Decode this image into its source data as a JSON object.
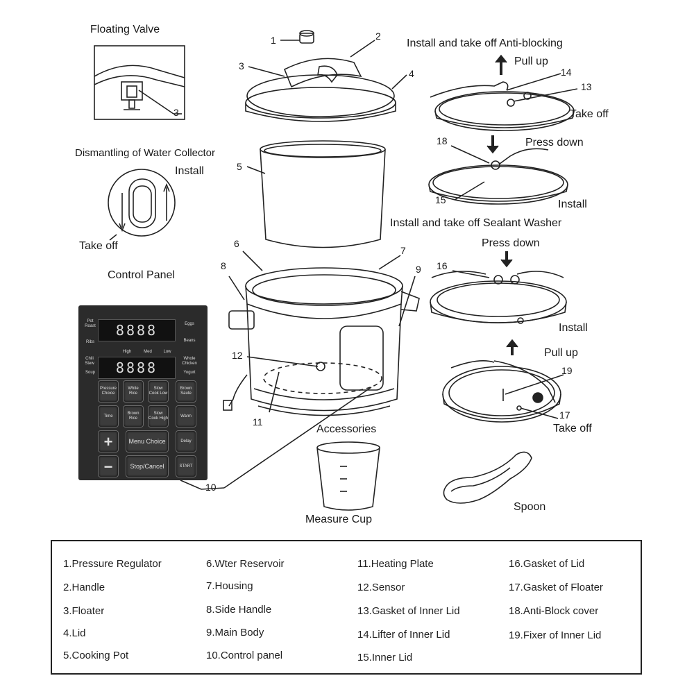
{
  "labels": {
    "floating_valve": "Floating Valve",
    "dismantling": "Dismantling of Water Collector",
    "install_left": "Install",
    "take_off_left": "Take off",
    "control_panel": "Control Panel",
    "anti_blocking": "Install and take off Anti-blocking",
    "pull_up_1": "Pull up",
    "take_off_1": "Take off",
    "press_down_1": "Press down",
    "install_1": "Install",
    "sealant_washer": "Install and take off Sealant Washer",
    "press_down_2": "Press down",
    "install_2": "Install",
    "pull_up_2": "Pull up",
    "take_off_2": "Take off",
    "accessories": "Accessories",
    "measure_cup": "Measure Cup",
    "spoon": "Spoon"
  },
  "callouts": {
    "n1": "1",
    "n2": "2",
    "n3": "3",
    "n3b": "3",
    "n4": "4",
    "n5": "5",
    "n6": "6",
    "n7": "7",
    "n8": "8",
    "n9": "9",
    "n10": "10",
    "n11": "11",
    "n12": "12",
    "n13": "13",
    "n14": "14",
    "n15": "15",
    "n16": "16",
    "n17": "17",
    "n18": "18",
    "n19": "19"
  },
  "panel": {
    "display_1": "8888",
    "display_2": "8888",
    "pot_roast": "Pot Roast",
    "eggs": "Eggs",
    "ribs": "Ribs",
    "beans": "Beans",
    "high": "High",
    "med": "Med",
    "low": "Low",
    "chili_stew": "Chili Stew",
    "whole_chicken": "Whole Chicken",
    "soup": "Soup",
    "yogurt": "Yogurt",
    "pressure_choice": "Pressure Choice",
    "white_rice": "White Rice",
    "slow_cook_low": "Slow Cook Low",
    "brown_saute": "Brown Saute",
    "time": "Time",
    "brown_rice": "Brown Rice",
    "slow_cook_high": "Slow Cook High",
    "warm": "Warm",
    "plus": "+",
    "menu_choice": "Menu  Choice",
    "delay": "Delay",
    "minus": "−",
    "stop_cancel": "Stop/Cancel",
    "start": "START"
  },
  "legend": {
    "col1": [
      "1.Pressure Regulator",
      "2.Handle",
      "3.Floater",
      "4.Lid",
      "5.Cooking Pot"
    ],
    "col2": [
      "6.Wter Reservoir",
      "7.Housing",
      "8.Side Handle",
      "9.Main Body",
      "10.Control panel"
    ],
    "col3": [
      "11.Heating Plate",
      "12.Sensor",
      "13.Gasket of Inner Lid",
      "14.Lifter of Inner Lid",
      "15.Inner Lid"
    ],
    "col4": [
      "16.Gasket of Lid",
      "17.Gasket of Floater",
      "18.Anti-Block cover",
      "19.Fixer of Inner Lid"
    ]
  }
}
